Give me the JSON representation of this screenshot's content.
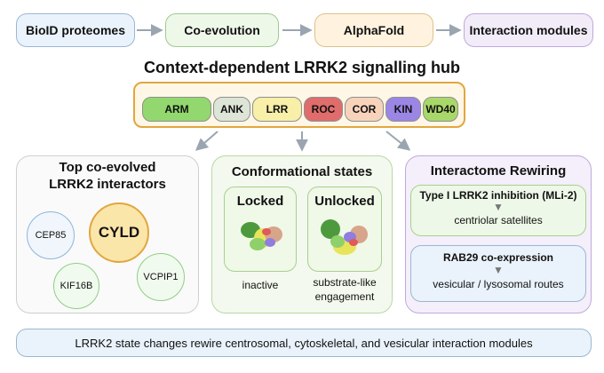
{
  "pipeline": {
    "steps": [
      "BioID proteomes",
      "Co-evolution",
      "AlphaFold",
      "Interaction modules"
    ],
    "colors": [
      "#eaf3fb",
      "#eef8e9",
      "#fff3df",
      "#f2ecf9"
    ]
  },
  "hub": {
    "title": "Context-dependent LRRK2 signalling hub",
    "domains": [
      "ARM",
      "ANK",
      "LRR",
      "ROC",
      "COR",
      "KIN",
      "WD40"
    ],
    "domain_colors": [
      "#92d86e",
      "#dde5d7",
      "#f8efa8",
      "#e06c6c",
      "#f8d3bb",
      "#9b86e6",
      "#a9d86a"
    ]
  },
  "left_panel": {
    "title_line1": "Top co-evolved",
    "title_line2": "LRRK2 interactors",
    "interactors": [
      "CEP85",
      "CYLD",
      "KIF16B",
      "VCPIP1"
    ]
  },
  "middle_panel": {
    "title": "Conformational states",
    "states": [
      {
        "label": "Locked",
        "caption": "inactive"
      },
      {
        "label": "Unlocked",
        "caption_line1": "substrate-like",
        "caption_line2": "engagement"
      }
    ]
  },
  "right_panel": {
    "title": "Interactome Rewiring",
    "box1_title": "Type I LRRK2 inhibition (MLi-2)",
    "box1_result": "centriolar satellites",
    "box2_title": "RAB29 co-expression",
    "box2_result": "vesicular / lysosomal routes"
  },
  "footer": {
    "text": "LRRK2 state changes rewire centrosomal, cytoskeletal, and vesicular interaction modules"
  }
}
